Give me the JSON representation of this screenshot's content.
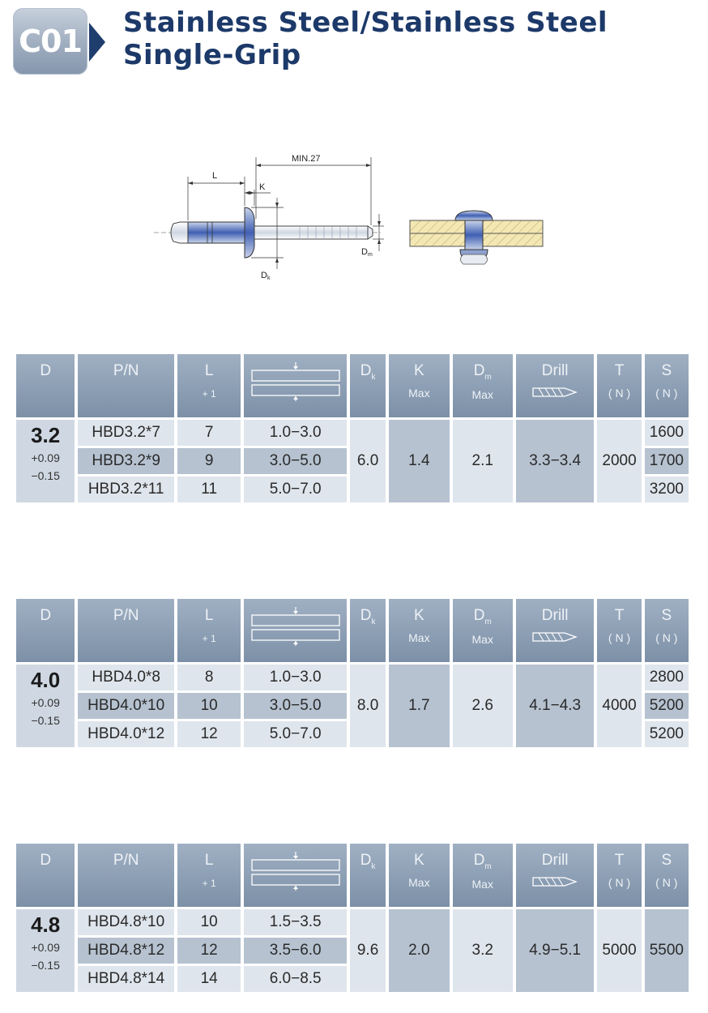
{
  "header": {
    "code": "C01",
    "title_line1": "Stainless Steel/Stainless Steel",
    "title_line2": "Single-Grip"
  },
  "diagram": {
    "label_min": "MIN.27",
    "label_l": "L",
    "label_k": "K",
    "label_dm": "D",
    "label_dm_sub": "m",
    "label_dk": "D",
    "label_dk_sub": "k"
  },
  "columns": {
    "d": "D",
    "pn": "P/N",
    "l": "L",
    "l_tol": "+ 1",
    "dk": "D",
    "dk_sub": "k",
    "k": "K",
    "k_sub": "Max",
    "dm": "D",
    "dm_sub": "m",
    "dm_max": "Max",
    "drill": "Drill",
    "t": "T",
    "t_unit": "( N )",
    "s": "S",
    "s_unit": "( N )"
  },
  "tables": [
    {
      "d": "3.2",
      "tol_plus": "+0.09",
      "tol_minus": "−0.15",
      "dk": "6.0",
      "k": "1.4",
      "dm": "2.1",
      "drill": "3.3−3.4",
      "t": "2000",
      "rows": [
        {
          "pn": "HBD3.2*7",
          "l": "7",
          "grip": "1.0−3.0",
          "s": "1600"
        },
        {
          "pn": "HBD3.2*9",
          "l": "9",
          "grip": "3.0−5.0",
          "s": "1700"
        },
        {
          "pn": "HBD3.2*11",
          "l": "11",
          "grip": "5.0−7.0",
          "s": "3200"
        }
      ]
    },
    {
      "d": "4.0",
      "tol_plus": "+0.09",
      "tol_minus": "−0.15",
      "dk": "8.0",
      "k": "1.7",
      "dm": "2.6",
      "drill": "4.1−4.3",
      "t": "4000",
      "rows": [
        {
          "pn": "HBD4.0*8",
          "l": "8",
          "grip": "1.0−3.0",
          "s": "2800"
        },
        {
          "pn": "HBD4.0*10",
          "l": "10",
          "grip": "3.0−5.0",
          "s": "5200"
        },
        {
          "pn": "HBD4.0*12",
          "l": "12",
          "grip": "5.0−7.0",
          "s": "5200"
        }
      ]
    },
    {
      "d": "4.8",
      "tol_plus": "+0.09",
      "tol_minus": "−0.15",
      "dk": "9.6",
      "k": "2.0",
      "dm": "3.2",
      "drill": "4.9−5.1",
      "t": "5000",
      "s": "5500",
      "rows": [
        {
          "pn": "HBD4.8*10",
          "l": "10",
          "grip": "1.5−3.5"
        },
        {
          "pn": "HBD4.8*12",
          "l": "12",
          "grip": "3.5−6.0"
        },
        {
          "pn": "HBD4.8*14",
          "l": "14",
          "grip": "6.0−8.5"
        }
      ]
    }
  ]
}
